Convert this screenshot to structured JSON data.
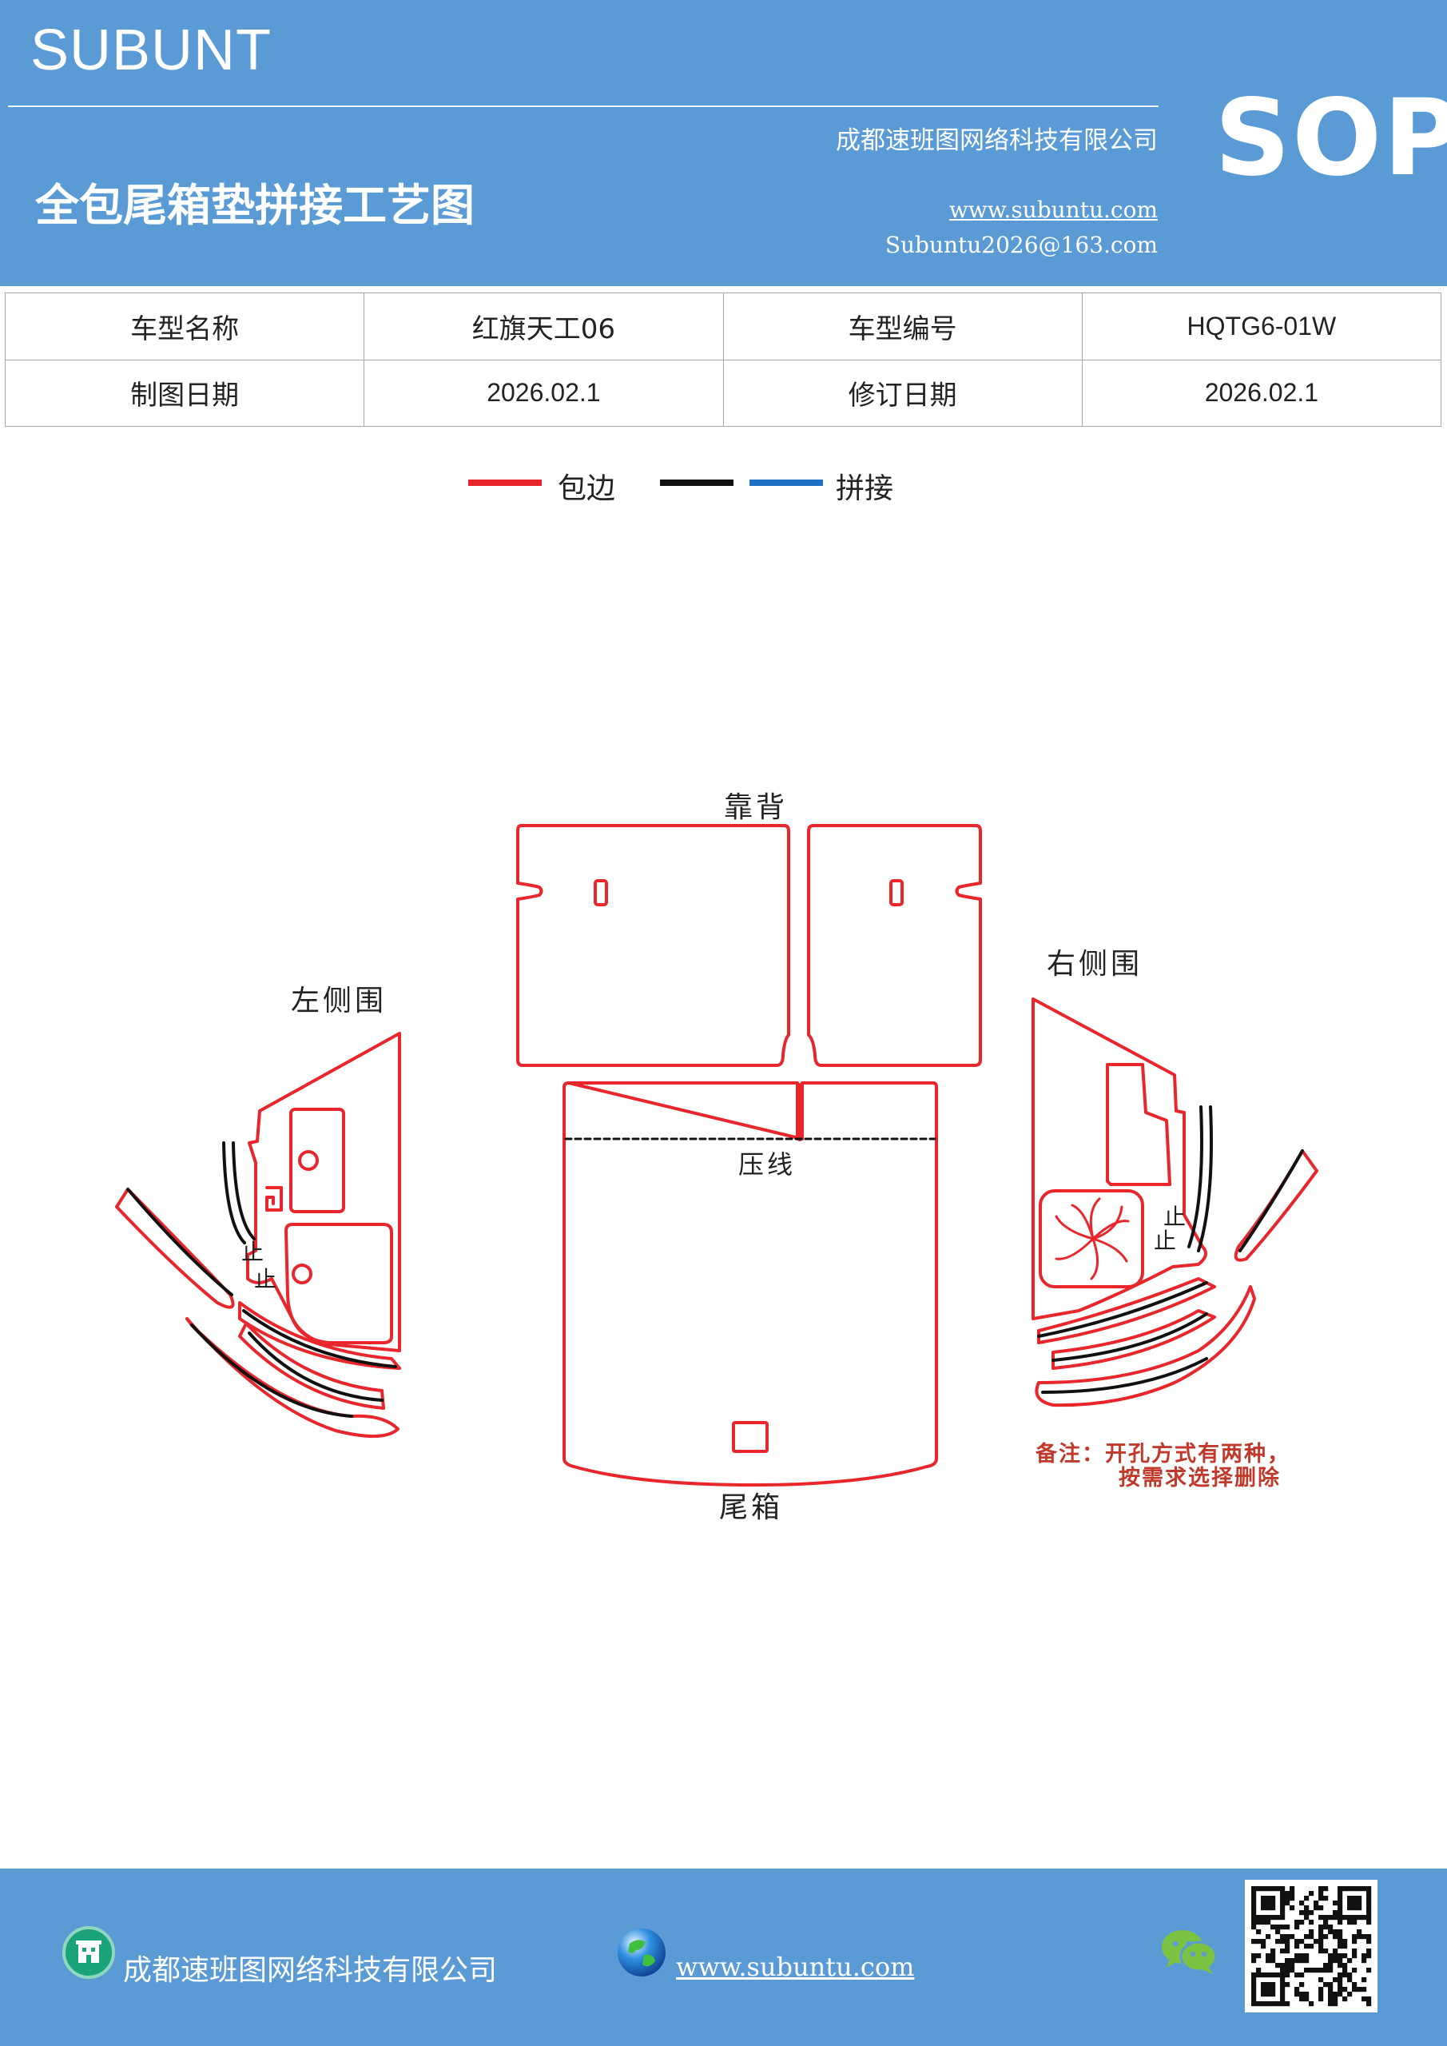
{
  "header": {
    "brand": "SUBUNT",
    "company": "成都速班图网络科技有限公司",
    "title": "全包尾箱垫拼接工艺图",
    "website": "www.subuntu.com",
    "email": "Subuntu2026@163.com",
    "badge": "SOP"
  },
  "info": {
    "model_name_label": "车型名称",
    "model_name_value": "红旗天工06",
    "model_code_label": "车型编号",
    "model_code_value": "HQTG6-01W",
    "draw_date_label": "制图日期",
    "draw_date_value": "2026.02.1",
    "revise_date_label": "修订日期",
    "revise_date_value": "2026.02.1"
  },
  "legend": {
    "edge_label": "包边",
    "splice_label": "拼接",
    "colors": {
      "edge": "#e8262b",
      "black": "#111111",
      "blue": "#1f6fc4"
    }
  },
  "diagram": {
    "backrest": "靠背",
    "left_side": "左侧围",
    "right_side": "右侧围",
    "crease": "压线",
    "trunk": "尾箱",
    "stop": "止",
    "note_line1": "备注：开孔方式有两种，",
    "note_line2": "按需求选择删除"
  },
  "footer": {
    "company": "成都速班图网络科技有限公司",
    "website": "www.subuntu.com"
  }
}
